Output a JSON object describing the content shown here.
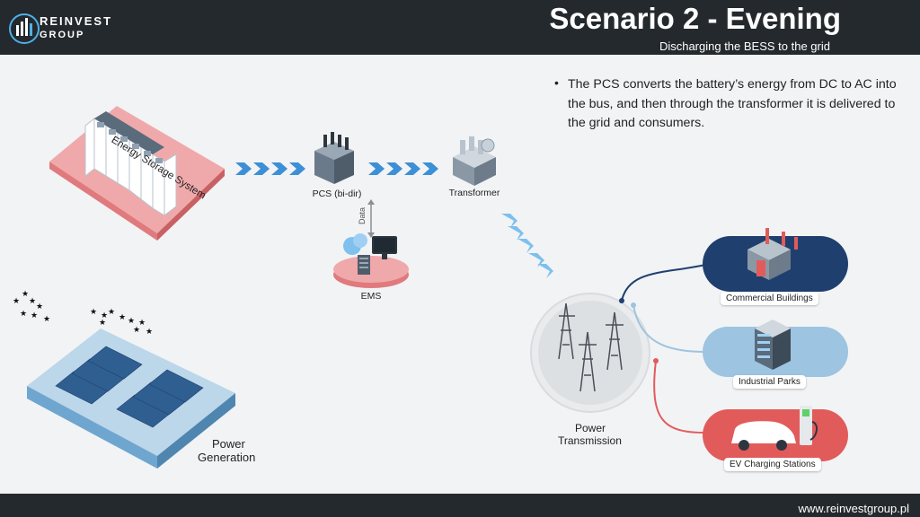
{
  "brand": {
    "line1": "REINVEST",
    "line2": "GROUP"
  },
  "header": {
    "title": "Scenario 2 - Evening",
    "subtitle": "Discharging the BESS to the grid"
  },
  "description": {
    "bullet": "The PCS converts the battery’s energy from DC to AC into the bus, and then through the transformer it is delivered to the grid and consumers."
  },
  "nodes": {
    "ess": "Energy Storage System",
    "pcs": "PCS (bi-dir)",
    "transformer": "Transformer",
    "data": "Data",
    "ems": "EMS",
    "power_generation_1": "Power",
    "power_generation_2": "Generation",
    "transmission_1": "Power",
    "transmission_2": "Transmission"
  },
  "consumers": {
    "commercial": "Commercial Buildings",
    "industrial": "Industrial Parks",
    "ev": "EV Charging Stations"
  },
  "colors": {
    "navy": "#1f3f6e",
    "light_blue": "#9dc4e0",
    "red": "#e25b5b",
    "arrow": "#3d8fd6",
    "pink": "#f0a9ab"
  },
  "footer": {
    "url": "www.reinvestgroup.pl"
  }
}
